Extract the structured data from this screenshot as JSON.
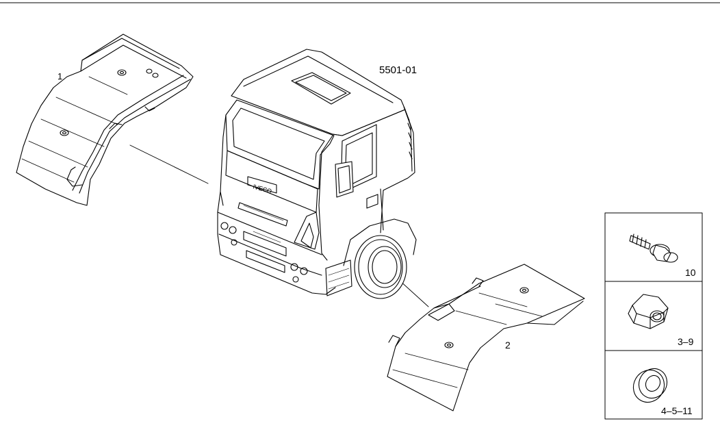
{
  "diagram": {
    "id": "5501-01"
  },
  "callouts": {
    "part_1": "1",
    "part_2": "2"
  },
  "fasteners": [
    {
      "label": "10",
      "icon": "flanged-screw-icon"
    },
    {
      "label": "3–9",
      "icon": "hex-nut-icon"
    },
    {
      "label": "4–5–11",
      "icon": "flat-washer-icon"
    }
  ]
}
